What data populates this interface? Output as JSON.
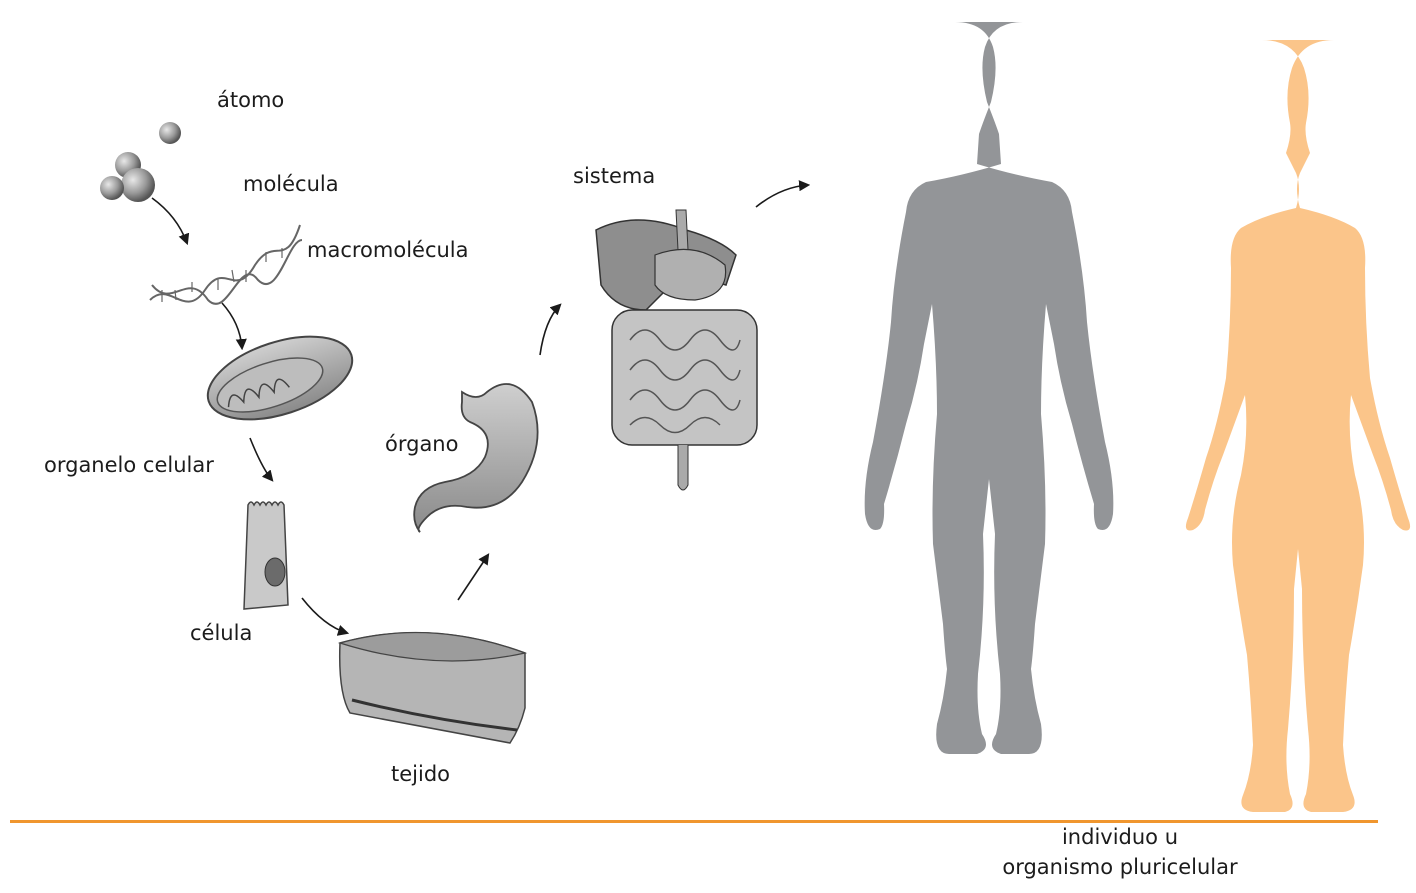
{
  "labels": {
    "atomo": "átomo",
    "molecula": "molécula",
    "macromolecula": "macromolécula",
    "organelo": "organelo celular",
    "celula": "célula",
    "tejido": "tejido",
    "organo": "órgano",
    "sistema": "sistema"
  },
  "caption": {
    "line1": "individuo u",
    "line2": "organismo pluricelular"
  },
  "colors": {
    "male_silhouette": "#939598",
    "female_silhouette": "#fbc58a",
    "rule": "#f0962e",
    "arrow": "#1a1a1a"
  }
}
